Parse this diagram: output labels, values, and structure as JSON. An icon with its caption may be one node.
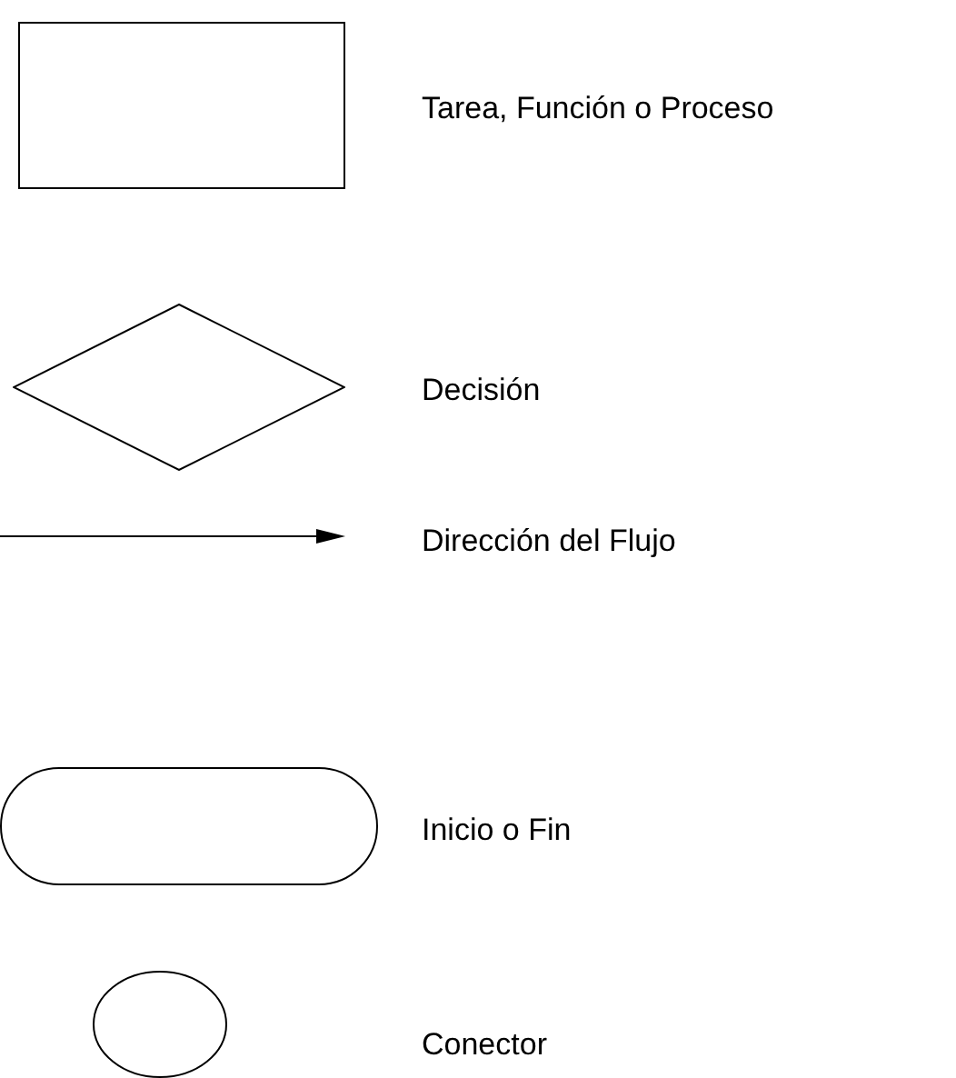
{
  "diagram": {
    "nodes": [
      {
        "text": [],
        "shape": "box"
      },
      {
        "text": [],
        "shape": "diamond"
      },
      {
        "text": [],
        "shape": "stadium"
      },
      {
        "text": [],
        "shape": "circle"
      }
    ],
    "legend": [
      {
        "text": "Tarea, Función o Proceso"
      },
      {
        "text": "Decisión"
      },
      {
        "text": "Dirección del Flujo"
      },
      {
        "text": "Inicio o Fin"
      },
      {
        "text": "Conector"
      }
    ]
  }
}
